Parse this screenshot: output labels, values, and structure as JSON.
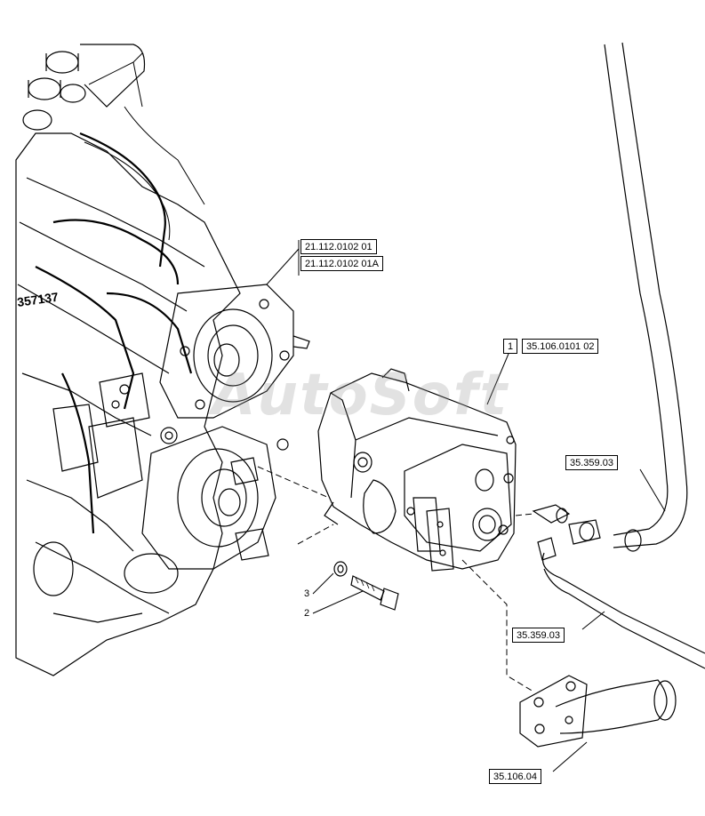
{
  "watermark": "AutoSoft",
  "engine_stamp": "357137",
  "references": {
    "transmission_1": "21.112.0102 01",
    "transmission_2": "21.112.0102 01A",
    "pump_item": "1",
    "pump_ref": "35.106.0101 02",
    "pipe_upper": "35.359.03",
    "pipe_lower": "35.359.03",
    "elbow_ref": "35.106.04"
  },
  "callouts": {
    "washer": "3",
    "bolt": "2"
  },
  "colors": {
    "line": "#000000",
    "background": "#ffffff",
    "watermark": "#969696"
  }
}
